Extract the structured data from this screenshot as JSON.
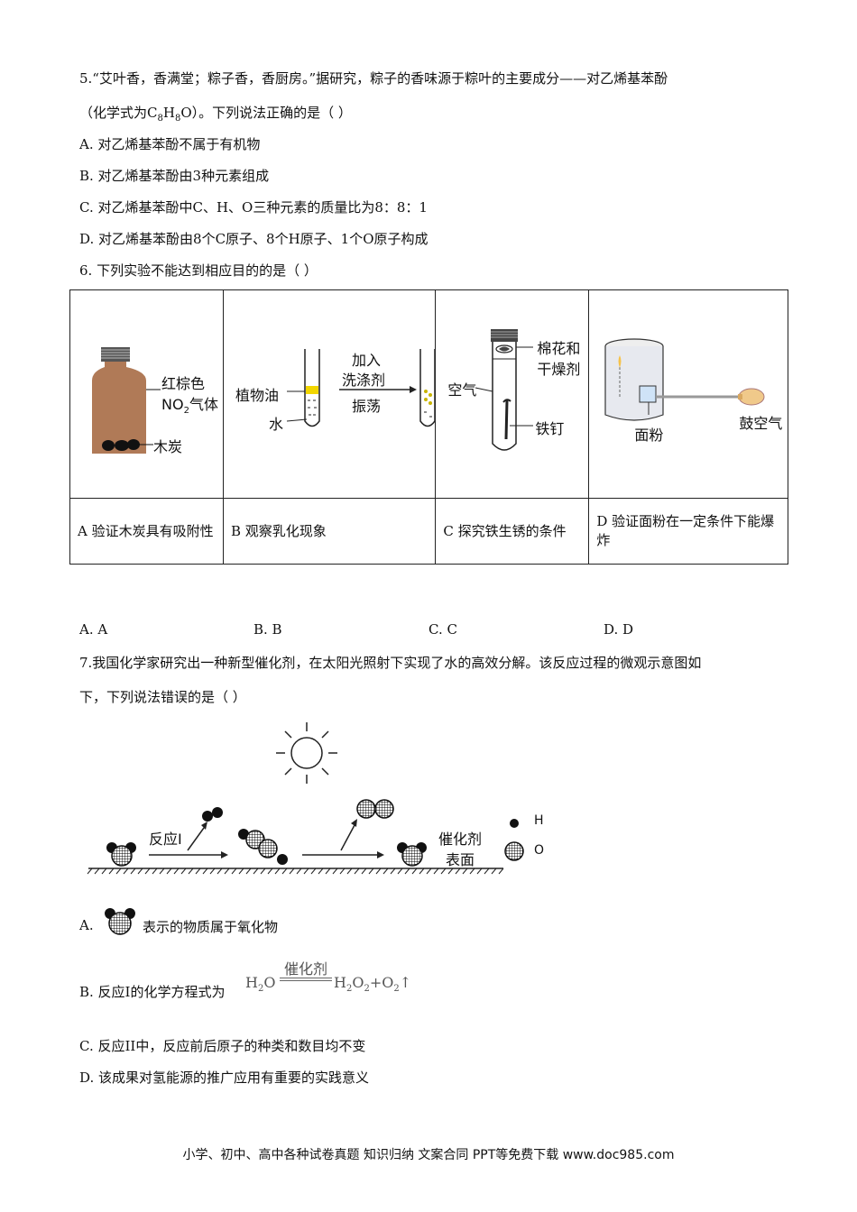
{
  "q5": {
    "line1": "5.“艾叶香，香满堂；粽子香，香厨房。”据研究，粽子的香味源于粽叶的主要成分——对乙烯基苯酚",
    "line2_pre": "（化学式为C",
    "sub1": "8",
    "mid1": "H",
    "sub2": "8",
    "line2_post": "O）。下列说法正确的是（ ）",
    "A": "A. 对乙烯基苯酚不属于有机物",
    "B": "B. 对乙烯基苯酚由3种元素组成",
    "C": "C. 对乙烯基苯酚中C、H、O三种元素的质量比为8：8：1",
    "D": "D. 对乙烯基苯酚由8个C原子、8个H原子、1个O原子构成"
  },
  "q6": {
    "stem": "6. 下列实验不能达到相应目的的是（ ）",
    "A": {
      "label1": "红棕色",
      "label2_pre": "NO",
      "label2_sub": "2",
      "label2_post": "气体",
      "label3": "木炭",
      "caption": "A 验证木炭具有吸附性"
    },
    "B": {
      "oil": "植物油",
      "water": "水",
      "add1": "加入",
      "add2": "洗涤剂",
      "shake": "振荡",
      "caption": "B 观察乳化现象"
    },
    "C": {
      "cotton1": "棉花和",
      "cotton2": "干燥剂",
      "air": "空气",
      "nail": "铁钉",
      "caption": "C 探究铁生锈的条件"
    },
    "D": {
      "flour": "面粉",
      "blow": "鼓空气",
      "caption": "D 验证面粉在一定条件下能爆炸"
    },
    "options": [
      "A.  A",
      "B.  B",
      "C.  C",
      "D.  D"
    ]
  },
  "q7": {
    "line1": "7.我国化学家研究出一种新型催化剂，在太阳光照射下实现了水的高效分解。该反应过程的微观示意图如",
    "line2": "下，下列说法错误的是（ ）",
    "diagram": {
      "reaction1": "反应I",
      "catalyst1": "催化剂",
      "catalyst2": "表面",
      "legend_h": "H",
      "legend_o": "O"
    },
    "A": "表示的物质属于氧化物",
    "A_label": "A.",
    "B_pre": "B. 反应I的化学方程式为",
    "B_catalyst": "催化剂",
    "C": "C. 反应II中，反应前后原子的种类和数目均不变",
    "D": "D. 该成果对氢能源的推广应用有重要的实践意义"
  },
  "footer": "小学、初中、高中各种试卷真题 知识归纳 文案合同 PPT等免费下载  www.doc985.com"
}
